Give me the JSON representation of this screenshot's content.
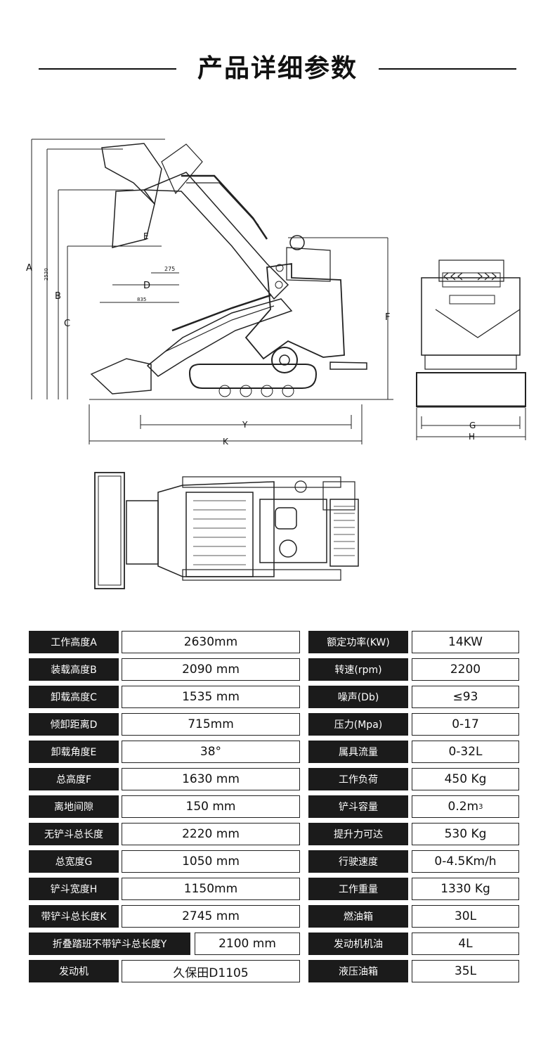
{
  "header": {
    "title": "产品详细参数"
  },
  "drawing": {
    "side_labels": {
      "A": "A",
      "B": "B",
      "C": "C",
      "D": "D",
      "E": "E",
      "F": "F",
      "Y": "Y",
      "K": "K"
    },
    "side_numbers": {
      "n2530": "2530",
      "n275": "275",
      "n835": "835"
    },
    "front_labels": {
      "G": "G",
      "H": "H"
    }
  },
  "specs": {
    "left": [
      {
        "label": "工作高度A",
        "value": "2630mm"
      },
      {
        "label": "装载高度B",
        "value": "2090 mm"
      },
      {
        "label": "卸载高度C",
        "value": "1535 mm"
      },
      {
        "label": "倾卸距离D",
        "value": "715mm"
      },
      {
        "label": "卸载角度E",
        "value": "38°"
      },
      {
        "label": "总高度F",
        "value": "1630 mm"
      },
      {
        "label": "离地间隙",
        "value": "150 mm"
      },
      {
        "label": "无铲斗总长度",
        "value": "2220 mm"
      },
      {
        "label": "总宽度G",
        "value": "1050 mm"
      },
      {
        "label": "铲斗宽度H",
        "value": "1150mm"
      },
      {
        "label": "带铲斗总长度K",
        "value": "2745 mm"
      },
      {
        "label": "折叠踏班不带铲斗总长度Y",
        "value": "2100 mm"
      },
      {
        "label": "发动机",
        "value": "久保田D1105"
      }
    ],
    "right": [
      {
        "label": "额定功率(KW)",
        "value": "14KW"
      },
      {
        "label": "转速(rpm)",
        "value": "2200"
      },
      {
        "label": "噪声(Db)",
        "value": "≤93"
      },
      {
        "label": "压力(Mpa)",
        "value": "0-17"
      },
      {
        "label": "属具流量",
        "value": "0-32L"
      },
      {
        "label": "工作负荷",
        "value": "450 Kg"
      },
      {
        "label": "铲斗容量",
        "value": "0.2m",
        "value_sup": "3"
      },
      {
        "label": "提升力可达",
        "value": "530 Kg"
      },
      {
        "label": "行驶速度",
        "value": "0-4.5Km/h"
      },
      {
        "label": "工作重量",
        "value": "1330 Kg"
      },
      {
        "label": "燃油箱",
        "value": "30L"
      },
      {
        "label": "发动机机油",
        "value": "4L"
      },
      {
        "label": "液压油箱",
        "value": "35L"
      }
    ]
  }
}
